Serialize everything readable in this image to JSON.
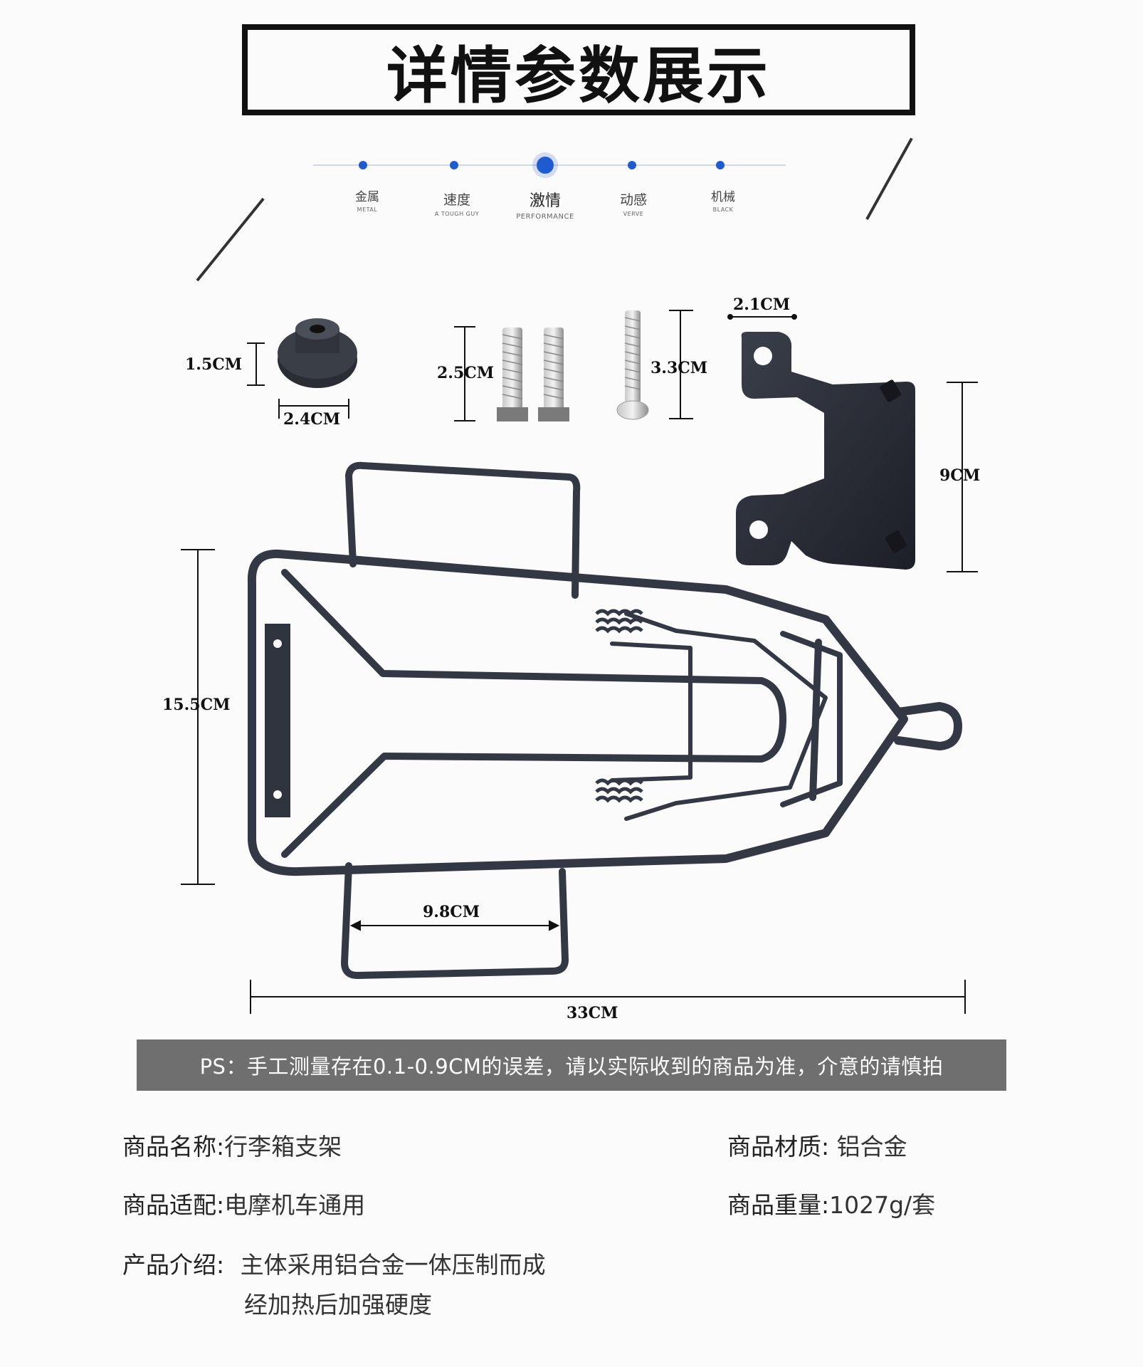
{
  "title": "详情参数展示",
  "timeline": [
    {
      "cn": "金属",
      "en": "METAL"
    },
    {
      "cn": "速度",
      "en": "A TOUGH GUY"
    },
    {
      "cn": "激情",
      "en": "PERFORMANCE"
    },
    {
      "cn": "动感",
      "en": "VERVE"
    },
    {
      "cn": "机械",
      "en": "BLACK"
    }
  ],
  "dimensions": {
    "washer_height": "1.5CM",
    "washer_width": "2.4CM",
    "bolt_length": "2.5CM",
    "screw_length": "3.3CM",
    "bracket_width": "2.1CM",
    "bracket_height": "9CM",
    "rack_height": "15.5CM",
    "handle_width": "9.8CM",
    "rack_length": "33CM"
  },
  "ps_note": "PS：手工测量存在0.1-0.9CM的误差，请以实际收到的商品为准，介意的请慎拍",
  "specs": {
    "name_label": "商品名称:",
    "name_value": "行李箱支架",
    "material_label": "商品材质:",
    "material_value": "铝合金",
    "fit_label": "商品适配:",
    "fit_value": "电摩机车通用",
    "weight_label": "商品重量:",
    "weight_value": "1027g/套",
    "intro_label": "产品介绍:",
    "intro_line1": "主体采用铝合金一体压制而成",
    "intro_line2": "经加热后加强硬度"
  }
}
